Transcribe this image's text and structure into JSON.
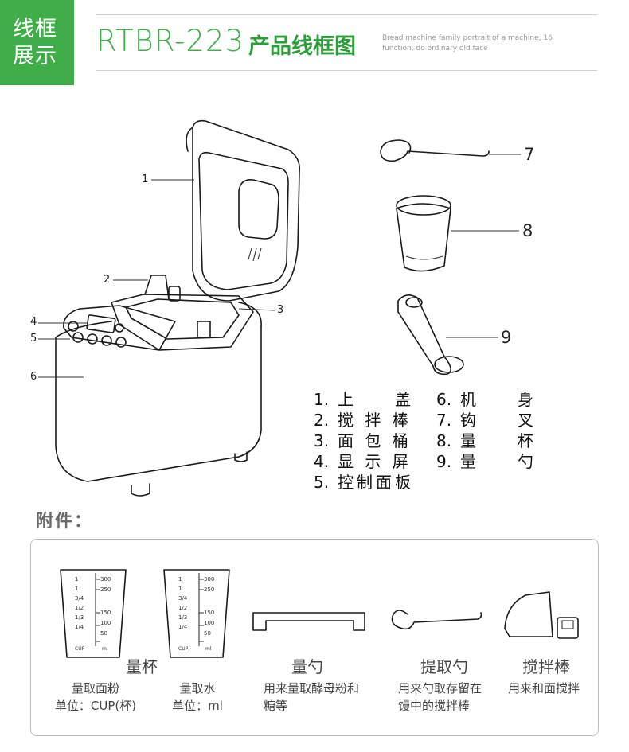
{
  "header": {
    "badge_line1": "线框",
    "badge_line2": "展示",
    "model": "RTBR-223",
    "title": "产品线框图",
    "subtitle": "Bread machine family portrait of a machine, 16 function, do ordinary old face"
  },
  "callouts": [
    "1",
    "2",
    "3",
    "4",
    "5",
    "6",
    "7",
    "8",
    "9"
  ],
  "parts": [
    {
      "no": "1.",
      "name": "上　　盖"
    },
    {
      "no": "2.",
      "name": "搅 拌 棒"
    },
    {
      "no": "3.",
      "name": "面 包 桶"
    },
    {
      "no": "4.",
      "name": "显 示 屏"
    },
    {
      "no": "5.",
      "name": "控制面板"
    },
    {
      "no": "6.",
      "name": "机　　身"
    },
    {
      "no": "7.",
      "name": "钩　　叉"
    },
    {
      "no": "8.",
      "name": "量　　杯"
    },
    {
      "no": "9.",
      "name": "量　　勺"
    }
  ],
  "accessories": {
    "title": "附件：",
    "items": [
      {
        "name": "量杯",
        "desc": [
          "量取面粉",
          "单位：CUP(杯)"
        ],
        "desc2": [
          "量取水",
          "单位：ml"
        ]
      },
      {
        "name": "量勺",
        "desc": [
          "用来量取酵母粉和",
          "糖等"
        ]
      },
      {
        "name": "提取勺",
        "desc": [
          "用来勺取存留在",
          "馒中的搅拌棒"
        ]
      },
      {
        "name": "搅拌棒",
        "desc": [
          "用来和面搅拌"
        ]
      }
    ],
    "cup_scale": {
      "left": [
        "300",
        "250",
        "150",
        "100",
        "50"
      ],
      "fractions": [
        "1",
        "1",
        "3/4",
        "1/2",
        "1/3",
        "1/4"
      ],
      "unit_left": "CUP",
      "unit_right": "ml"
    }
  },
  "colors": {
    "brand_green": "#3fae49",
    "title_green": "#2e9e3c"
  }
}
